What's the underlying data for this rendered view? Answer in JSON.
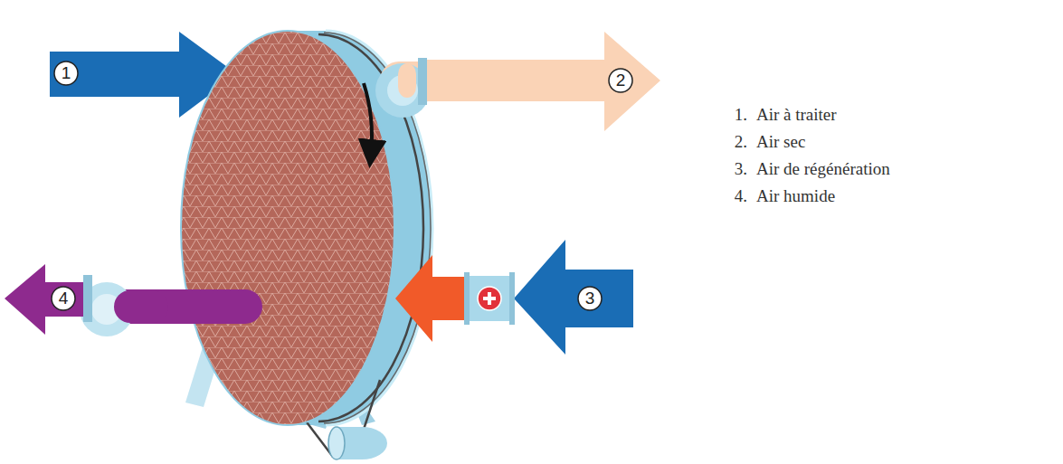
{
  "diagram": {
    "labels": [
      "1",
      "2",
      "3",
      "4",
      "1.",
      "Air à traiter",
      "2.",
      "Air sec",
      "3.",
      "Air de régénération",
      "4.",
      "Air humide"
    ]
  }
}
